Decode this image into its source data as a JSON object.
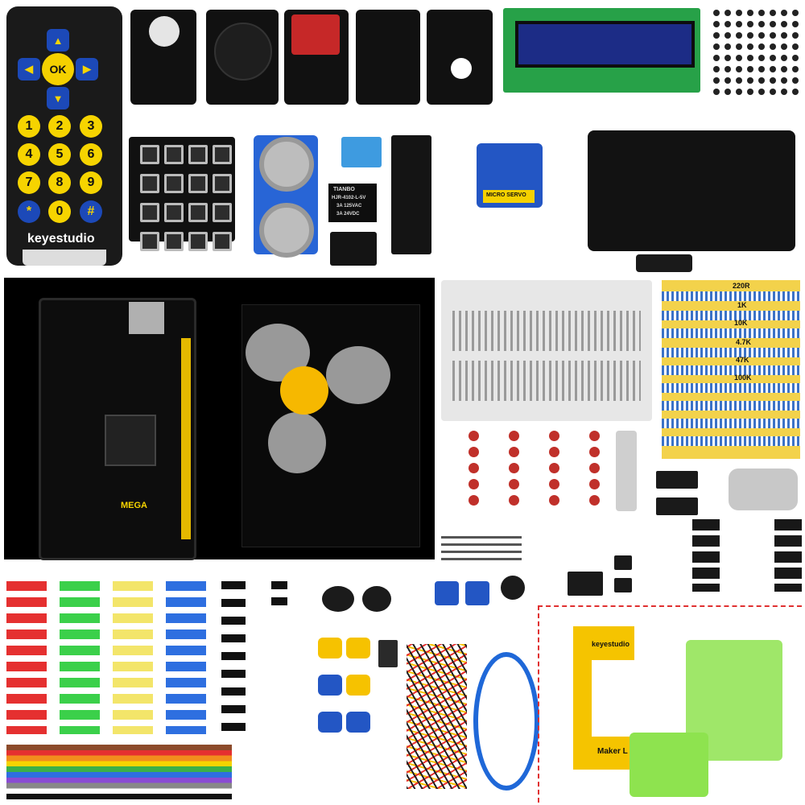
{
  "remote": {
    "ok_label": "OK",
    "arrow_up": "▲",
    "arrow_down": "▼",
    "arrow_left": "◀",
    "arrow_right": "▶",
    "keys": [
      "1",
      "2",
      "3",
      "4",
      "5",
      "6",
      "7",
      "8",
      "9",
      "*",
      "0",
      "#"
    ],
    "brand": "keyestudio"
  },
  "modules": {
    "relay_line1": "TIANBO",
    "relay_line2": "HJR-4102-L-5V",
    "relay_line3": "3A 125VAC",
    "relay_line4": "3A 24VDC",
    "servo_label": "MICRO SERVO",
    "arduino_label": "MEGA",
    "box_brand": "keyestudio",
    "box_label": "Maker L"
  },
  "resistors": [
    "220R",
    "1K",
    "10K",
    "4.7K",
    "47K",
    "100K"
  ],
  "colors": {
    "brand_yellow": "#f6d400",
    "remote_blue": "#1c49b8",
    "divider_red": "#e03030"
  }
}
